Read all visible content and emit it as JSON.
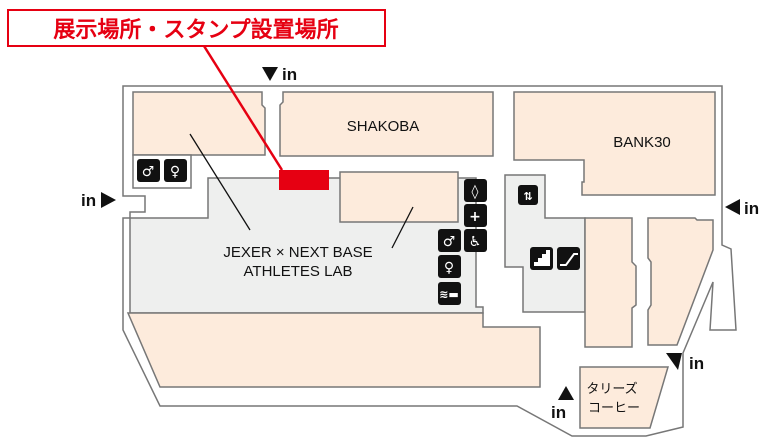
{
  "title": "展示場所・スタンプ設置場所",
  "entrance_label": "in",
  "areas": {
    "shakoba": "SHAKOBA",
    "bank30": "BANK30",
    "jexer_line1": "JEXER × NEXT BASE",
    "jexer_line2": "ATHLETES LAB",
    "tullys_line1": "タリーズ",
    "tullys_line2": "コーヒー"
  },
  "icons": [
    "mens-restroom",
    "womens-restroom",
    "nursing-bottle",
    "first-aid",
    "wheelchair",
    "mens-restroom",
    "womens-restroom",
    "smoking-area",
    "elevator",
    "stairs",
    "escalator"
  ],
  "colors": {
    "accent": "#e60012",
    "shop": "#fdebdc",
    "common": "#eeefee"
  }
}
